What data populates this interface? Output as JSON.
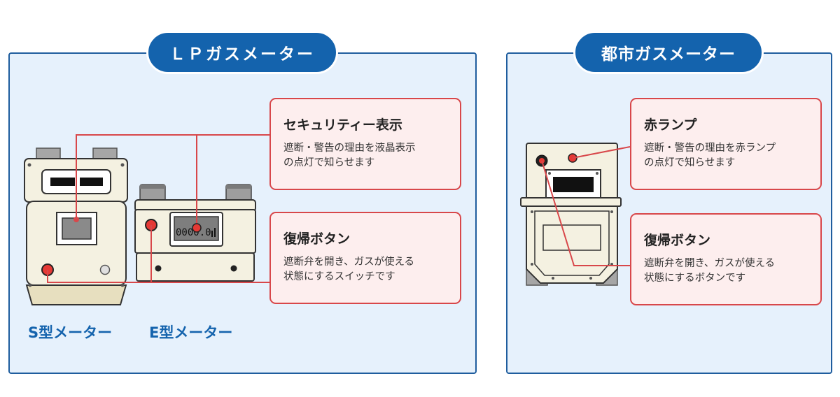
{
  "sections": {
    "lp": {
      "title": "ＬＰガスメーター",
      "callouts": {
        "security": {
          "title": "セキュリティー表示",
          "line1": "遮断・警告の理由を液晶表示",
          "line2": "の点灯で知らせます"
        },
        "reset": {
          "title": "復帰ボタン",
          "line1": "遮断弁を開き、ガスが使える",
          "line2": "状態にするスイッチです"
        }
      },
      "meter_labels": {
        "s": "S型メーター",
        "e": "E型メーター"
      },
      "lcd_reading": "0000.0"
    },
    "city": {
      "title": "都市ガスメーター",
      "callouts": {
        "red_lamp": {
          "title": "赤ランプ",
          "line1": "遮断・警告の理由を赤ランプ",
          "line2": "の点灯で知らせます"
        },
        "reset": {
          "title": "復帰ボタン",
          "line1": "遮断弁を開き、ガスが使える",
          "line2": "状態にするボタンです"
        }
      }
    }
  },
  "colors": {
    "panel_bg": "#e6f1fc",
    "panel_border": "#1f5d9e",
    "pill_bg": "#1463ad",
    "callout_bg": "#fdeeee",
    "callout_border": "#d8474a",
    "leader_line": "#d8474a",
    "meter_body": "#f4f1e1",
    "meter_base": "#e7dfbf"
  }
}
